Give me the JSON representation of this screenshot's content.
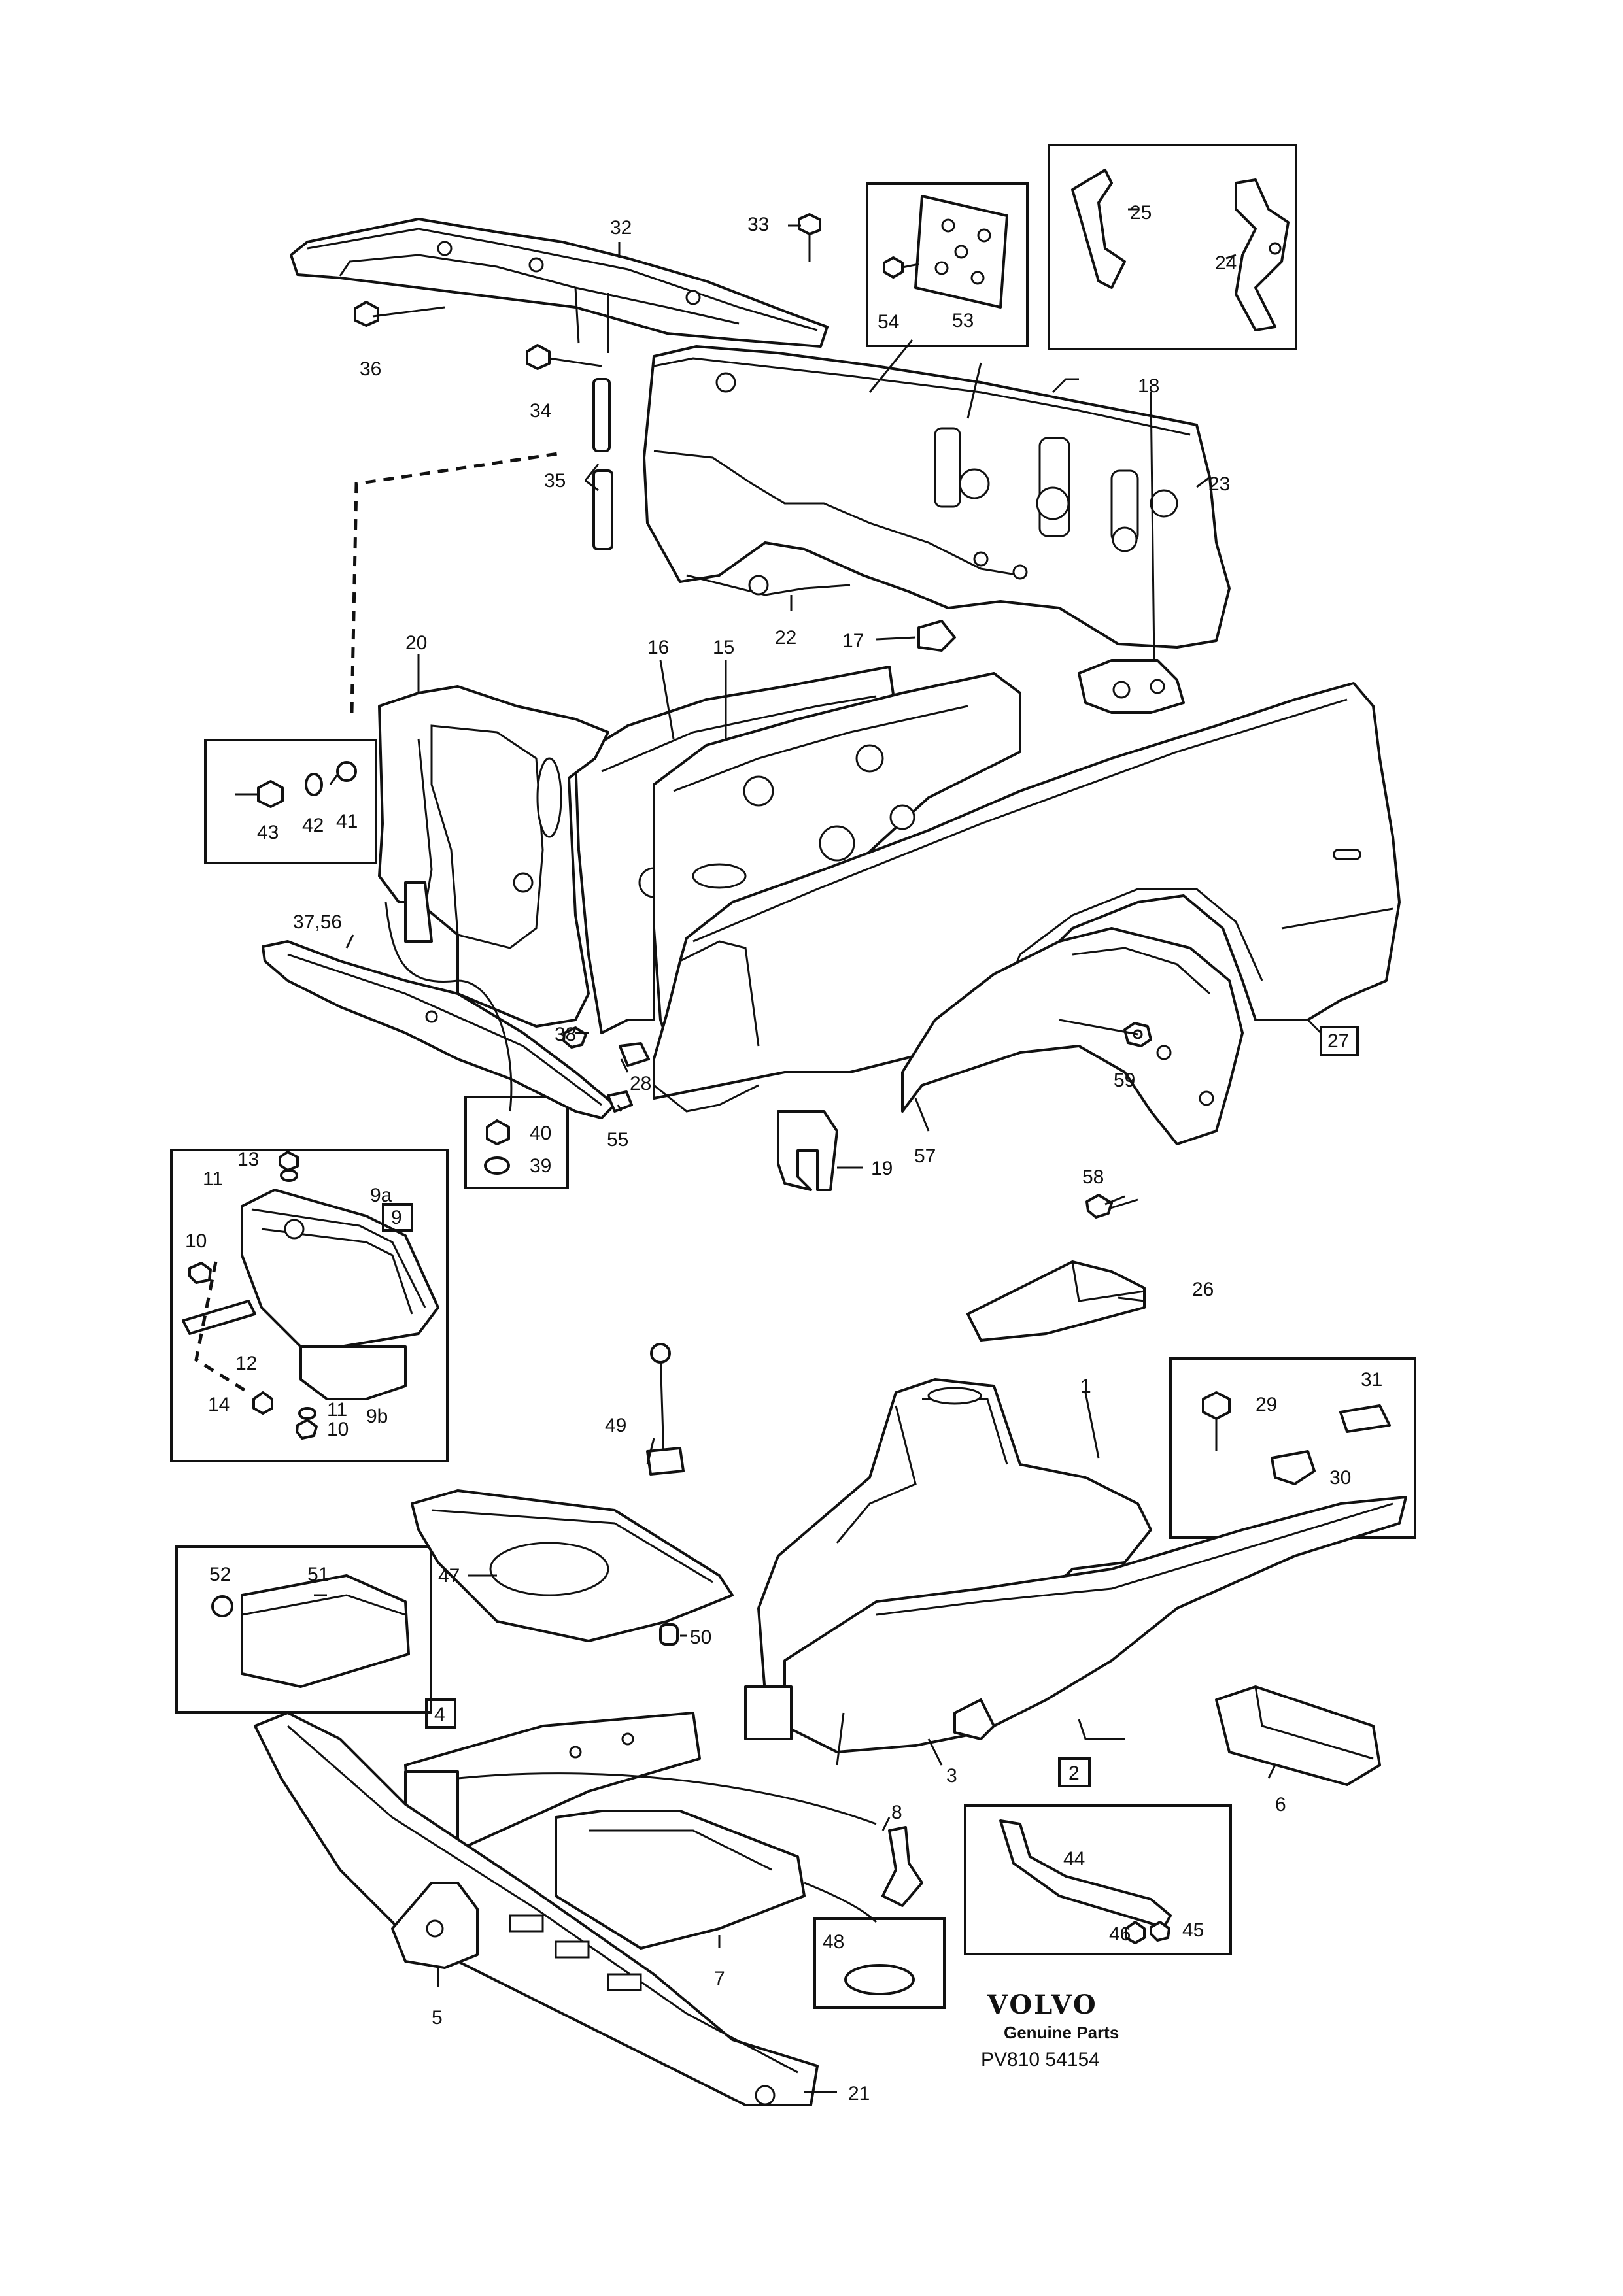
{
  "brand": {
    "name": "VOLVO",
    "tagline": "Genuine Parts",
    "code": "PV810 54154"
  },
  "callouts": {
    "c1": "1",
    "c2": "2",
    "c3": "3",
    "c4": "4",
    "c5": "5",
    "c6": "6",
    "c7": "7",
    "c8": "8",
    "c9": "9",
    "c9a": "9a",
    "c9b": "9b",
    "c10a": "10",
    "c10b": "10",
    "c11a": "11",
    "c11b": "11",
    "c12": "12",
    "c13": "13",
    "c14": "14",
    "c15": "15",
    "c16": "16",
    "c17": "17",
    "c18": "18",
    "c19": "19",
    "c20": "20",
    "c21": "21",
    "c22": "22",
    "c23": "23",
    "c24": "24",
    "c25": "25",
    "c26": "26",
    "c27": "27",
    "c28": "28",
    "c29": "29",
    "c30": "30",
    "c31": "31",
    "c32": "32",
    "c33": "33",
    "c34": "34",
    "c35": "35",
    "c36": "36",
    "c3756": "37,56",
    "c38": "38",
    "c39": "39",
    "c40": "40",
    "c41": "41",
    "c42": "42",
    "c43": "43",
    "c44": "44",
    "c45": "45",
    "c46": "46",
    "c47": "47",
    "c48": "48",
    "c49": "49",
    "c50": "50",
    "c51": "51",
    "c52": "52",
    "c53": "53",
    "c54": "54",
    "c55": "55",
    "c57": "57",
    "c58": "58",
    "c59": "59"
  }
}
